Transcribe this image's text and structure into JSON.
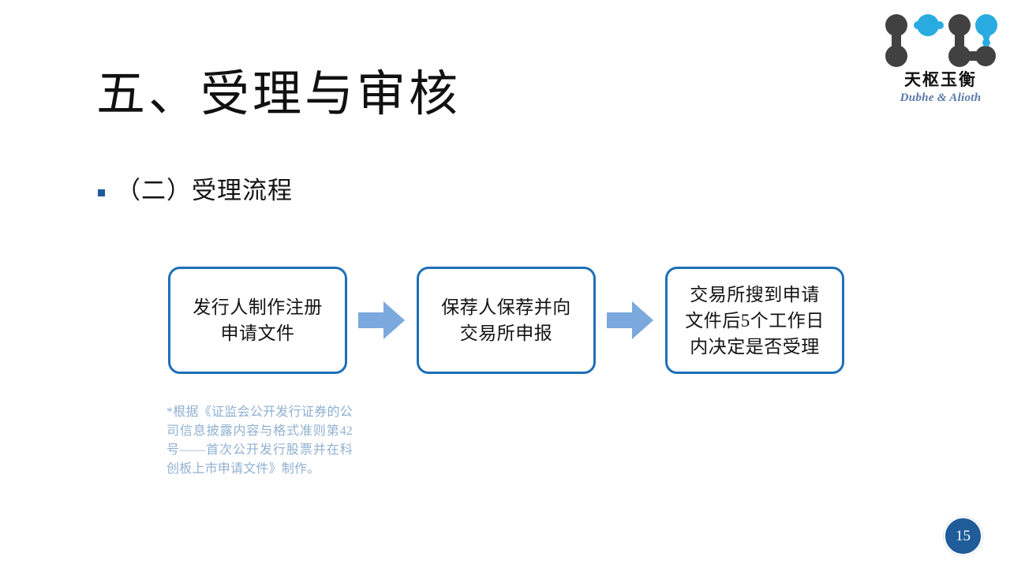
{
  "slide": {
    "title": "五、受理与审核",
    "bullet": "（二）受理流程",
    "page_number": "15"
  },
  "logo": {
    "cn_name": "天枢玉衡",
    "en_name": "Dubhe & Alioth",
    "mark_icon": "molecule-dumbbell-icon",
    "dark_color": "#414141",
    "accent_color": "#29abe2"
  },
  "flow": {
    "arrow_icon": "arrow-right-icon",
    "arrow_color": "#7ba8dd",
    "box_border_color": "#1f6fb8",
    "steps": [
      {
        "id": "step-1",
        "text": "发行人制作注册\n申请文件"
      },
      {
        "id": "step-2",
        "text": "保荐人保荐并向\n交易所申报"
      },
      {
        "id": "step-3",
        "text": "交易所搜到申请\n文件后5个工作日\n内决定是否受理"
      }
    ]
  },
  "footnote": {
    "text": "*根据《证监会公开发行证券的公司信息披露内容与格式准则第42号——首次公开发行股票并在科创板上市申请文件》制作。",
    "color": "#8fb0d2"
  },
  "theme": {
    "bullet_color": "#1f5b99",
    "badge_color": "#1f5c99",
    "background": "#ffffff"
  }
}
